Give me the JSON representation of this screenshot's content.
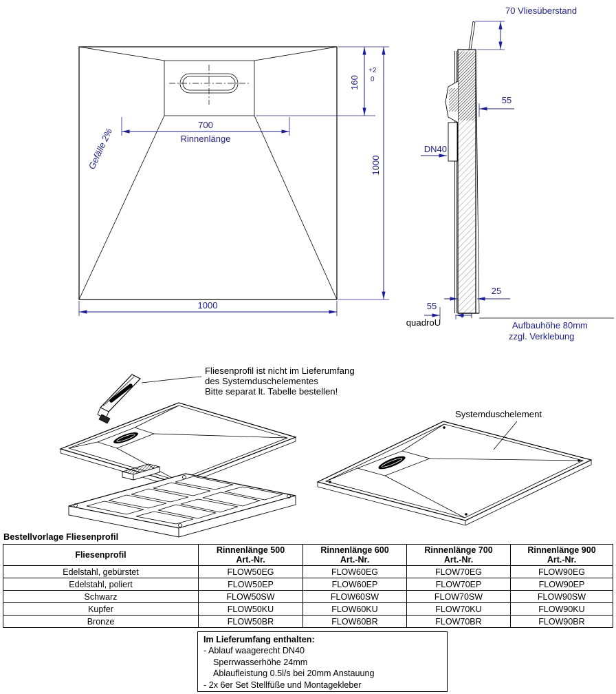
{
  "colors": {
    "dim_blue": "#1a1aae",
    "line_black": "#000000"
  },
  "plan_view": {
    "slope_label": "Gefälle 2%",
    "channel_length_value": "700",
    "channel_length_label": "Rinnenlänge",
    "width_value": "1000",
    "drain_offset_value": "160",
    "tolerance_upper": "+2",
    "tolerance_lower": "0",
    "depth_value": "1000"
  },
  "side_view": {
    "fleece_label": "70 Vliesüberstand",
    "dim_55_top": "55",
    "drain_type": "DN40",
    "dim_25": "25",
    "dim_55_bottom": "55",
    "product_name": "quadroU",
    "height_note_line1": "Aufbauhöhe 80mm",
    "height_note_line2": "zzgl. Verklebung"
  },
  "exploded_view": {
    "note_line1": "Fliesenprofil ist nicht im Lieferumfang",
    "note_line2": "des Systemduschelementes",
    "note_line3": "Bitte separat lt. Tabelle bestellen!"
  },
  "iso_view": {
    "label": "Systemduschelement"
  },
  "order_table": {
    "title": "Bestellvorlage Fliesenprofil",
    "col_header": "Fliesenprofil",
    "columns": [
      {
        "line1": "Rinnenlänge 500",
        "line2": "Art.-Nr."
      },
      {
        "line1": "Rinnenlänge 600",
        "line2": "Art.-Nr."
      },
      {
        "line1": "Rinnenlänge 700",
        "line2": "Art.-Nr."
      },
      {
        "line1": "Rinnenlänge 900",
        "line2": "Art.-Nr."
      }
    ],
    "rows": [
      {
        "label": "Edelstahl, gebürstet",
        "values": [
          "FLOW50EG",
          "FLOW60EG",
          "FLOW70EG",
          "FLOW90EG"
        ]
      },
      {
        "label": "Edelstahl, poliert",
        "values": [
          "FLOW50EP",
          "FLOW60EP",
          "FLOW70EP",
          "FLOW90EP"
        ]
      },
      {
        "label": "Schwarz",
        "values": [
          "FLOW50SW",
          "FLOW60SW",
          "FLOW70SW",
          "FLOW90SW"
        ]
      },
      {
        "label": "Kupfer",
        "values": [
          "FLOW50KU",
          "FLOW60KU",
          "FLOW70KU",
          "FLOW90KU"
        ]
      },
      {
        "label": "Bronze",
        "values": [
          "FLOW50BR",
          "FLOW60BR",
          "FLOW70BR",
          "FLOW90BR"
        ]
      }
    ]
  },
  "delivery_box": {
    "title": "Im Lieferumfang enthalten:",
    "line1": "- Ablauf waagerecht DN40",
    "line2": "Sperrwasserhöhe 24mm",
    "line3": "Ablaufleistung 0.5l/s bei 20mm Anstauung",
    "line4": "- 2x 6er Set Stellfüße und Montagekleber"
  }
}
